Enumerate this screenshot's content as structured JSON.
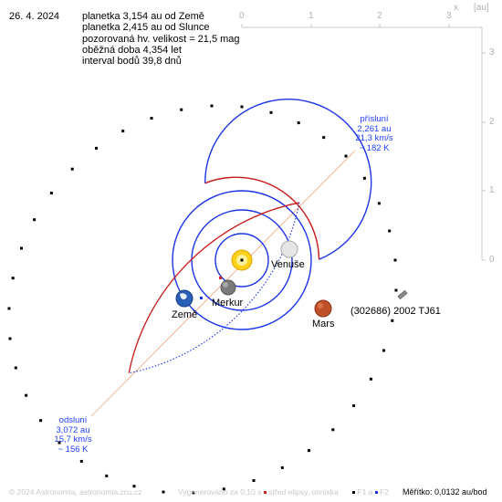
{
  "date": "26. 4. 2024",
  "info_lines": [
    "planetka 3,154 au od Země",
    "planetka 2,415 au od Slunce",
    "pozorovaná hv. velikost = 21,5 mag",
    "oběžná doba 4,354 let",
    "interval bodů 39,8 dnů"
  ],
  "axis": {
    "top_ticks": [
      "0",
      "1",
      "2",
      "3"
    ],
    "x_label": "x",
    "unit_label": "[au]",
    "right_ticks": [
      "3",
      "2",
      "1",
      "0"
    ]
  },
  "perihelion": {
    "title": "přísluní",
    "distance": "2,261 au",
    "speed": "21,3 km/s",
    "temp": "~ 182 K"
  },
  "aphelion": {
    "title": "odsluní",
    "distance": "3,072 au",
    "speed": "15,7 km/s",
    "temp": "~ 156 K"
  },
  "bodies": {
    "venus": "Venuše",
    "mercury": "Merkur",
    "earth": "Země",
    "mars": "Mars",
    "asteroid": "(302686) 2002 TJ61"
  },
  "footer": {
    "copyright": "© 2024 Astronomia, astronomia.zcu.cz",
    "generated": "Vygenerováno za 0,10 s",
    "legend_center": "střed elipsy, ohniska",
    "legend_f1": "F1 a",
    "legend_f2": "F2",
    "scale": "Měřítko: 0,0132 au/bod"
  },
  "colors": {
    "orbit_blue": "#1a34e6",
    "orbit_red": "#c81818",
    "apsides_line": "#f2a07a",
    "sun": "#ffd21a",
    "label_blue": "#1f3fff"
  }
}
